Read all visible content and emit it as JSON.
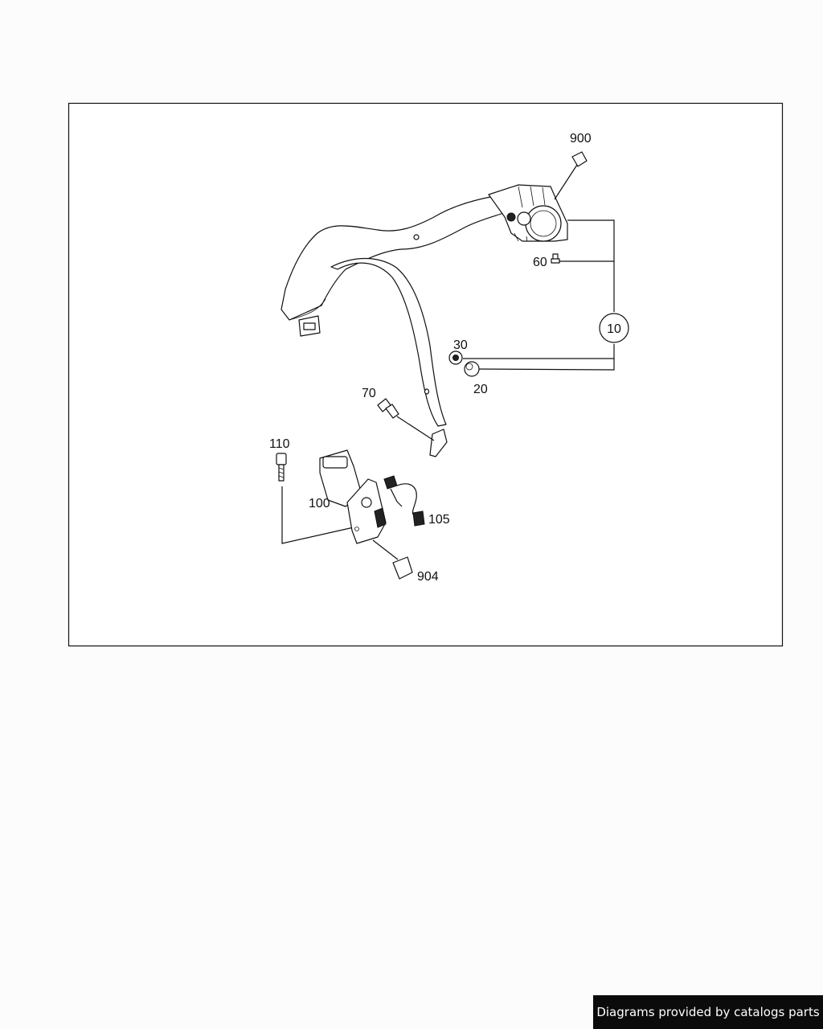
{
  "diagram": {
    "callouts": {
      "c900": "900",
      "c60": "60",
      "c10": "10",
      "c30": "30",
      "c20": "20",
      "c70": "70",
      "c110": "110",
      "c100": "100",
      "c105": "105",
      "c904": "904"
    }
  },
  "footer": {
    "credit": "Diagrams provided by catalogs parts"
  },
  "colors": {
    "background": "#fcfcfc",
    "line": "#111111",
    "credit_bg": "#0b0b0b",
    "credit_text": "#ffffff"
  }
}
